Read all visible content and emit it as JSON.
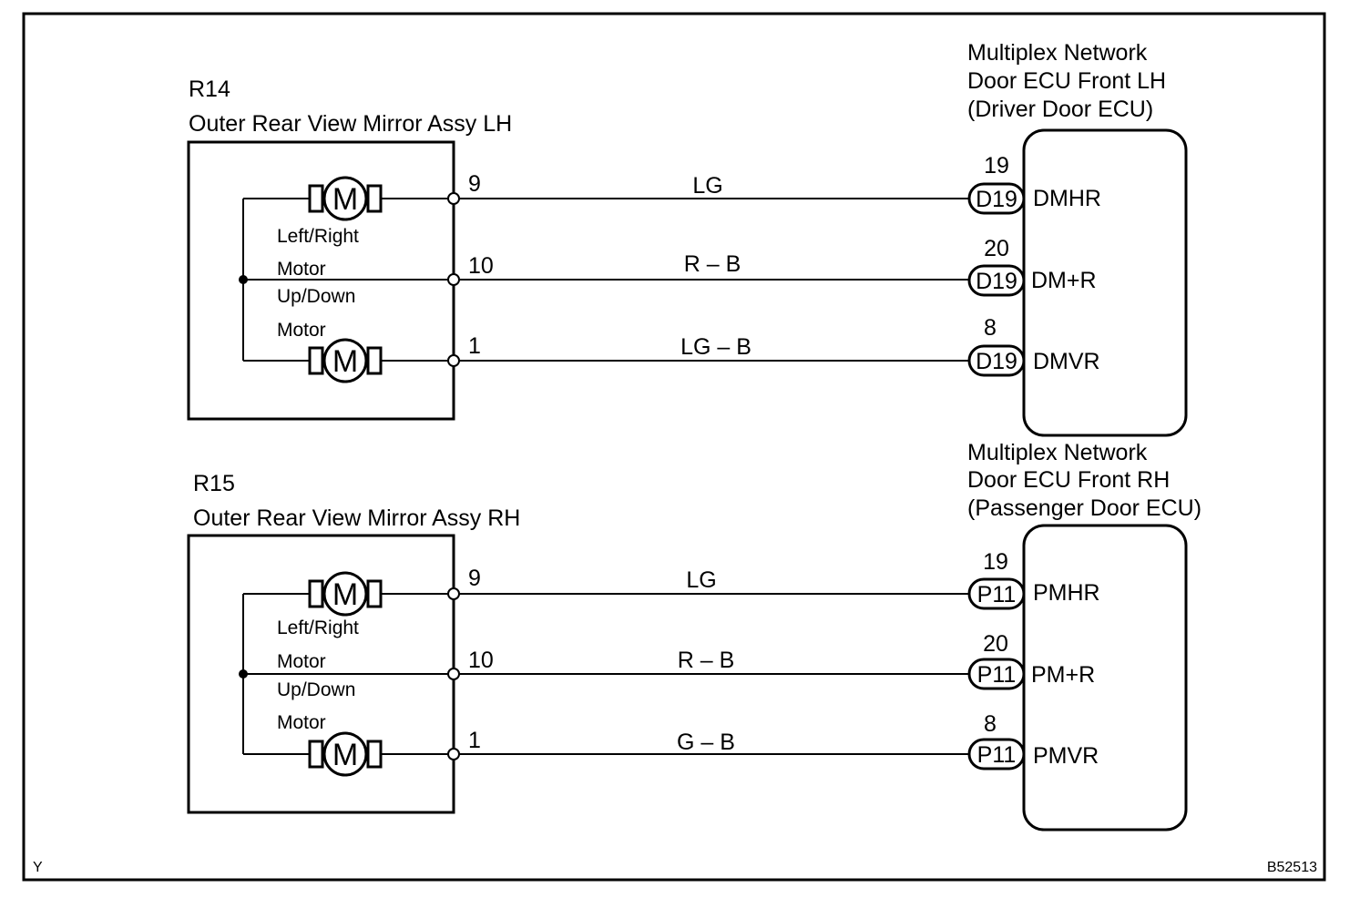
{
  "corner_left": "Y",
  "corner_right": "B52513",
  "mirrors": [
    {
      "code": "R14",
      "name": "Outer Rear View Mirror Assy LH",
      "motor_label_1": "Left/Right",
      "motor_label_2": "Motor",
      "motor_label_3": "Up/Down",
      "motor_label_4": "Motor",
      "motor_symbol": "M"
    },
    {
      "code": "R15",
      "name": "Outer Rear View Mirror Assy RH",
      "motor_label_1": "Left/Right",
      "motor_label_2": "Motor",
      "motor_label_3": "Up/Down",
      "motor_label_4": "Motor",
      "motor_symbol": "M"
    }
  ],
  "ecus": [
    {
      "title_1": "Multiplex Network",
      "title_2": "Door ECU Front LH",
      "title_3": "(Driver Door ECU)",
      "connector": "D19"
    },
    {
      "title_1": "Multiplex Network",
      "title_2": "Door ECU Front RH",
      "title_3": "(Passenger Door ECU)",
      "connector": "P11"
    }
  ],
  "circuits": [
    {
      "mirror_pin": "9",
      "wire_color": "LG",
      "ecu_pin": "19",
      "ecu_terminal": "DMHR"
    },
    {
      "mirror_pin": "10",
      "wire_color": "R – B",
      "ecu_pin": "20",
      "ecu_terminal": "DM+R"
    },
    {
      "mirror_pin": "1",
      "wire_color": "LG – B",
      "ecu_pin": "8",
      "ecu_terminal": "DMVR"
    },
    {
      "mirror_pin": "9",
      "wire_color": "LG",
      "ecu_pin": "19",
      "ecu_terminal": "PMHR"
    },
    {
      "mirror_pin": "10",
      "wire_color": "R – B",
      "ecu_pin": "20",
      "ecu_terminal": "PM+R"
    },
    {
      "mirror_pin": "1",
      "wire_color": "G – B",
      "ecu_pin": "8",
      "ecu_terminal": "PMVR"
    }
  ]
}
